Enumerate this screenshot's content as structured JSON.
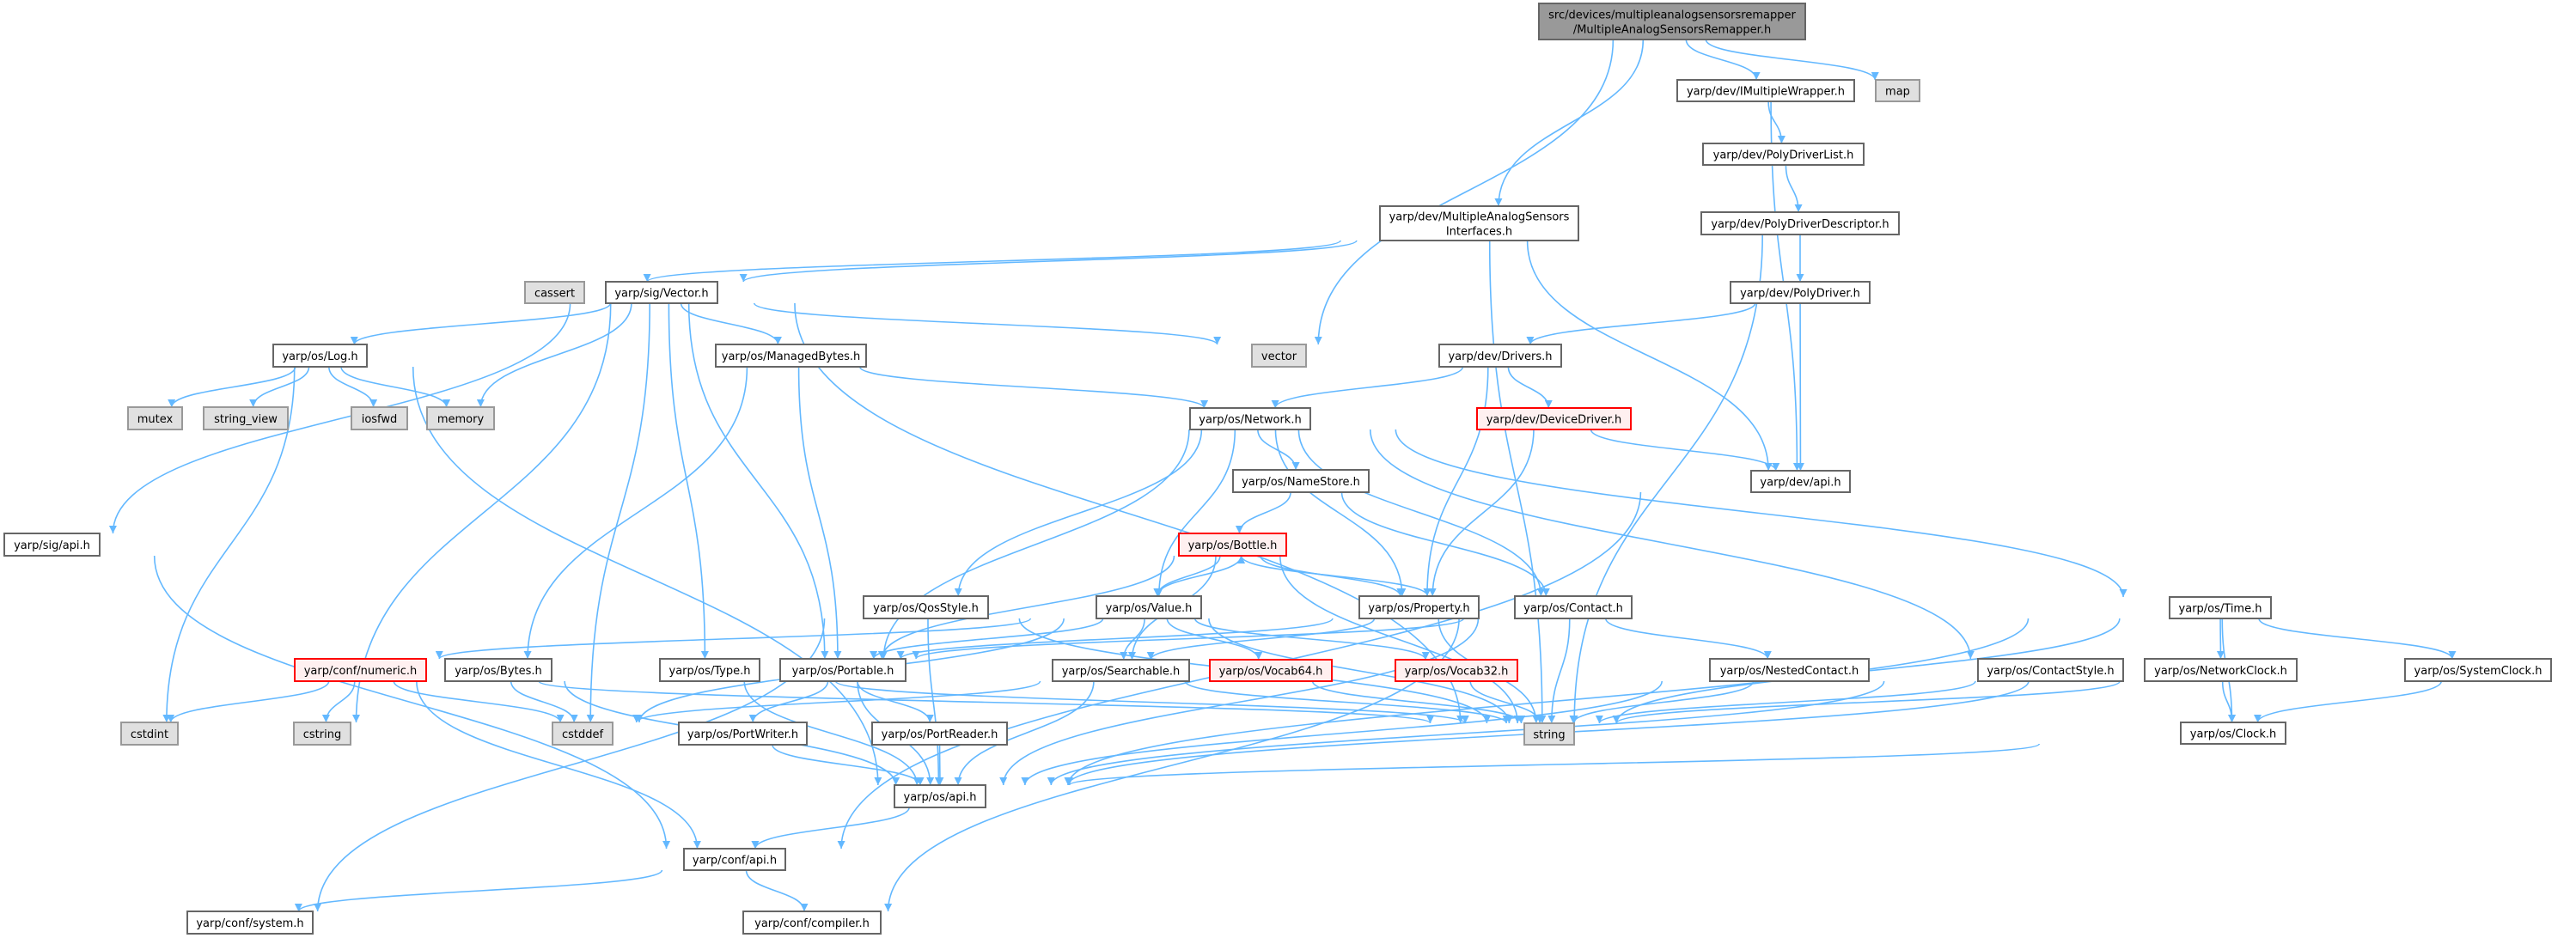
{
  "colors": {
    "edge": "#63b8ff",
    "node_border": "#666666",
    "system_fill": "#e0e0e0",
    "incomplete_border": "#ff0000",
    "incomplete_fill": "#fff0f0",
    "main_fill": "#999999"
  },
  "nodes": [
    {
      "id": "main",
      "label": "src/devices/multipleanalogsensorsremapper\n/MultipleAnalogSensorsRemapper.h",
      "kind": "main"
    },
    {
      "id": "imw",
      "label": "yarp/dev/IMultipleWrapper.h",
      "kind": "normal"
    },
    {
      "id": "map",
      "label": "map",
      "kind": "system"
    },
    {
      "id": "pdl",
      "label": "yarp/dev/PolyDriverList.h",
      "kind": "normal"
    },
    {
      "id": "pdd",
      "label": "yarp/dev/PolyDriverDescriptor.h",
      "kind": "normal"
    },
    {
      "id": "masi",
      "label": "yarp/dev/MultipleAnalogSensors\nInterfaces.h",
      "kind": "normal"
    },
    {
      "id": "cassert",
      "label": "cassert",
      "kind": "system"
    },
    {
      "id": "vectorh",
      "label": "yarp/sig/Vector.h",
      "kind": "normal"
    },
    {
      "id": "vector",
      "label": "vector",
      "kind": "system"
    },
    {
      "id": "pd",
      "label": "yarp/dev/PolyDriver.h",
      "kind": "normal"
    },
    {
      "id": "drivers",
      "label": "yarp/dev/Drivers.h",
      "kind": "normal"
    },
    {
      "id": "log",
      "label": "yarp/os/Log.h",
      "kind": "normal"
    },
    {
      "id": "mb",
      "label": "yarp/os/ManagedBytes.h",
      "kind": "normal"
    },
    {
      "id": "mutex",
      "label": "mutex",
      "kind": "system"
    },
    {
      "id": "sv",
      "label": "string_view",
      "kind": "system"
    },
    {
      "id": "iosfwd",
      "label": "iosfwd",
      "kind": "system"
    },
    {
      "id": "memory",
      "label": "memory",
      "kind": "system"
    },
    {
      "id": "network",
      "label": "yarp/os/Network.h",
      "kind": "normal"
    },
    {
      "id": "dd",
      "label": "yarp/dev/DeviceDriver.h",
      "kind": "incomplete"
    },
    {
      "id": "devapi",
      "label": "yarp/dev/api.h",
      "kind": "normal"
    },
    {
      "id": "ns",
      "label": "yarp/os/NameStore.h",
      "kind": "normal"
    },
    {
      "id": "sigapi",
      "label": "yarp/sig/api.h",
      "kind": "normal"
    },
    {
      "id": "bottle",
      "label": "yarp/os/Bottle.h",
      "kind": "incomplete"
    },
    {
      "id": "qos",
      "label": "yarp/os/QosStyle.h",
      "kind": "normal"
    },
    {
      "id": "value",
      "label": "yarp/os/Value.h",
      "kind": "normal"
    },
    {
      "id": "property",
      "label": "yarp/os/Property.h",
      "kind": "normal"
    },
    {
      "id": "contact",
      "label": "yarp/os/Contact.h",
      "kind": "normal"
    },
    {
      "id": "time",
      "label": "yarp/os/Time.h",
      "kind": "normal"
    },
    {
      "id": "numeric",
      "label": "yarp/conf/numeric.h",
      "kind": "incomplete"
    },
    {
      "id": "bytes",
      "label": "yarp/os/Bytes.h",
      "kind": "normal"
    },
    {
      "id": "type",
      "label": "yarp/os/Type.h",
      "kind": "normal"
    },
    {
      "id": "portable",
      "label": "yarp/os/Portable.h",
      "kind": "normal"
    },
    {
      "id": "searchable",
      "label": "yarp/os/Searchable.h",
      "kind": "normal"
    },
    {
      "id": "vocab64",
      "label": "yarp/os/Vocab64.h",
      "kind": "incomplete"
    },
    {
      "id": "vocab32",
      "label": "yarp/os/Vocab32.h",
      "kind": "incomplete"
    },
    {
      "id": "nested",
      "label": "yarp/os/NestedContact.h",
      "kind": "normal"
    },
    {
      "id": "cstyle",
      "label": "yarp/os/ContactStyle.h",
      "kind": "normal"
    },
    {
      "id": "nclock",
      "label": "yarp/os/NetworkClock.h",
      "kind": "normal"
    },
    {
      "id": "sclock",
      "label": "yarp/os/SystemClock.h",
      "kind": "normal"
    },
    {
      "id": "cstdint",
      "label": "cstdint",
      "kind": "system"
    },
    {
      "id": "cstring",
      "label": "cstring",
      "kind": "system"
    },
    {
      "id": "cstddef",
      "label": "cstddef",
      "kind": "system"
    },
    {
      "id": "string",
      "label": "string",
      "kind": "system"
    },
    {
      "id": "pw",
      "label": "yarp/os/PortWriter.h",
      "kind": "normal"
    },
    {
      "id": "pr",
      "label": "yarp/os/PortReader.h",
      "kind": "normal"
    },
    {
      "id": "clock",
      "label": "yarp/os/Clock.h",
      "kind": "normal"
    },
    {
      "id": "osapi",
      "label": "yarp/os/api.h",
      "kind": "normal"
    },
    {
      "id": "confapi",
      "label": "yarp/conf/api.h",
      "kind": "normal"
    },
    {
      "id": "system",
      "label": "yarp/conf/system.h",
      "kind": "normal"
    },
    {
      "id": "compiler",
      "label": "yarp/conf/compiler.h",
      "kind": "normal"
    }
  ],
  "edges": [
    [
      "main",
      "masi"
    ],
    [
      "main",
      "vector"
    ],
    [
      "main",
      "imw"
    ],
    [
      "main",
      "map"
    ],
    [
      "imw",
      "pdl"
    ],
    [
      "imw",
      "devapi"
    ],
    [
      "pdl",
      "pdd"
    ],
    [
      "pdd",
      "pd"
    ],
    [
      "pdd",
      "string"
    ],
    [
      "pd",
      "drivers"
    ],
    [
      "pd",
      "devapi"
    ],
    [
      "masi",
      "cassert"
    ],
    [
      "masi",
      "vectorh"
    ],
    [
      "masi",
      "string"
    ],
    [
      "masi",
      "devapi"
    ],
    [
      "vectorh",
      "sigapi"
    ],
    [
      "vectorh",
      "log"
    ],
    [
      "vectorh",
      "memory"
    ],
    [
      "vectorh",
      "cstring"
    ],
    [
      "vectorh",
      "cstddef"
    ],
    [
      "vectorh",
      "type"
    ],
    [
      "vectorh",
      "portable"
    ],
    [
      "vectorh",
      "mb"
    ],
    [
      "vectorh",
      "vector"
    ],
    [
      "vectorh",
      "string"
    ],
    [
      "log",
      "mutex"
    ],
    [
      "log",
      "sv"
    ],
    [
      "log",
      "iosfwd"
    ],
    [
      "log",
      "memory"
    ],
    [
      "log",
      "cstdint"
    ],
    [
      "log",
      "osapi"
    ],
    [
      "sigapi",
      "confapi"
    ],
    [
      "mb",
      "network"
    ],
    [
      "mb",
      "bytes"
    ],
    [
      "mb",
      "portable"
    ],
    [
      "drivers",
      "network"
    ],
    [
      "drivers",
      "dd"
    ],
    [
      "drivers",
      "property"
    ],
    [
      "dd",
      "devapi"
    ],
    [
      "dd",
      "property"
    ],
    [
      "devapi",
      "confapi"
    ],
    [
      "network",
      "portable"
    ],
    [
      "network",
      "qos"
    ],
    [
      "network",
      "value"
    ],
    [
      "network",
      "ns"
    ],
    [
      "network",
      "property"
    ],
    [
      "network",
      "contact"
    ],
    [
      "network",
      "cstyle"
    ],
    [
      "network",
      "time"
    ],
    [
      "ns",
      "bottle"
    ],
    [
      "ns",
      "contact"
    ],
    [
      "bottle",
      "value"
    ],
    [
      "bottle",
      "property"
    ],
    [
      "bottle",
      "portable"
    ],
    [
      "bottle",
      "searchable"
    ],
    [
      "bottle",
      "string"
    ],
    [
      "value",
      "bottle"
    ],
    [
      "value",
      "numeric"
    ],
    [
      "value",
      "portable"
    ],
    [
      "value",
      "searchable"
    ],
    [
      "value",
      "vocab64"
    ],
    [
      "value",
      "vocab32"
    ],
    [
      "value",
      "string"
    ],
    [
      "value",
      "cstddef"
    ],
    [
      "property",
      "bottle"
    ],
    [
      "property",
      "searchable"
    ],
    [
      "property",
      "portable"
    ],
    [
      "property",
      "string"
    ],
    [
      "qos",
      "osapi"
    ],
    [
      "qos",
      "string"
    ],
    [
      "qos",
      "system"
    ],
    [
      "contact",
      "portable"
    ],
    [
      "contact",
      "string"
    ],
    [
      "contact",
      "nested"
    ],
    [
      "contact",
      "osapi"
    ],
    [
      "contact",
      "compiler"
    ],
    [
      "time",
      "string"
    ],
    [
      "time",
      "nclock"
    ],
    [
      "time",
      "sclock"
    ],
    [
      "time",
      "clock"
    ],
    [
      "time",
      "osapi"
    ],
    [
      "numeric",
      "cstdint"
    ],
    [
      "numeric",
      "cstring"
    ],
    [
      "numeric",
      "cstddef"
    ],
    [
      "numeric",
      "confapi"
    ],
    [
      "numeric",
      "string"
    ],
    [
      "bytes",
      "cstddef"
    ],
    [
      "bytes",
      "osapi"
    ],
    [
      "type",
      "string"
    ],
    [
      "type",
      "osapi"
    ],
    [
      "portable",
      "pw"
    ],
    [
      "portable",
      "pr"
    ],
    [
      "portable",
      "osapi"
    ],
    [
      "searchable",
      "osapi"
    ],
    [
      "searchable",
      "string"
    ],
    [
      "searchable",
      "cstddef"
    ],
    [
      "vocab64",
      "string"
    ],
    [
      "vocab32",
      "string"
    ],
    [
      "nested",
      "string"
    ],
    [
      "nested",
      "osapi"
    ],
    [
      "cstyle",
      "string"
    ],
    [
      "cstyle",
      "osapi"
    ],
    [
      "nclock",
      "clock"
    ],
    [
      "nclock",
      "string"
    ],
    [
      "nclock",
      "osapi"
    ],
    [
      "sclock",
      "clock"
    ],
    [
      "clock",
      "osapi"
    ],
    [
      "pw",
      "osapi"
    ],
    [
      "pr",
      "osapi"
    ],
    [
      "osapi",
      "confapi"
    ],
    [
      "confapi",
      "system"
    ],
    [
      "confapi",
      "compiler"
    ]
  ]
}
